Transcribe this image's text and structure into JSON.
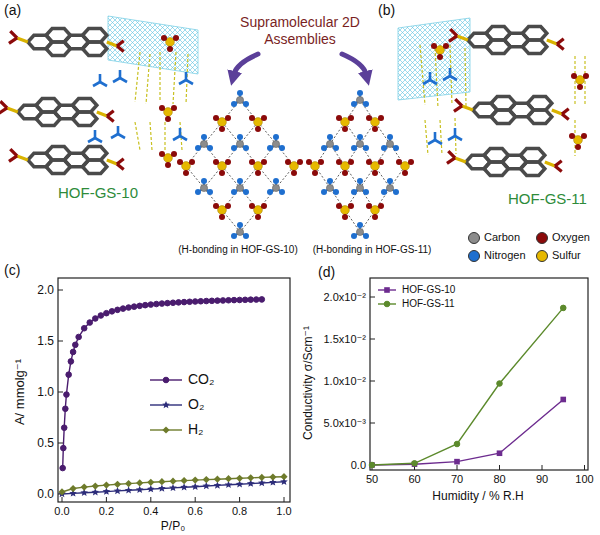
{
  "diagram": {
    "labels": [
      "(a)",
      "(b)",
      "Supramolecular 2D Assemblies",
      "HOF-GS-10",
      "HOF-GS-11",
      "(H-bonding in HOF-GS-10)",
      "(H-bonding in HOF-GS-11)",
      "(c)",
      "A/ mmolg⁻¹",
      "0.0",
      "0.5",
      "1.0",
      "1.5",
      "2.0",
      "0.0",
      "0.2",
      "0.4",
      "0.6",
      "0.8",
      "1.0",
      "P/P₀",
      "(d)",
      "Conductivity σ/Scm⁻¹",
      "0.0",
      "5.0x10⁻³",
      "1.0x10⁻²",
      "1.5x10⁻²",
      "2.0x10⁻²",
      "50",
      "60",
      "70",
      "80",
      "90",
      "100",
      "Humidity / % R.H"
    ],
    "legend": [
      {
        "text": "Carbon",
        "color": "#8c8c8c"
      },
      {
        "text": "Oxygen",
        "color": "#8b0a0a"
      },
      {
        "text": "Nitrogen",
        "color": "#1f6fcf"
      },
      {
        "text": "Sulfur",
        "color": "#e6b800"
      },
      {
        "text": "CO₂"
      },
      {
        "text": "O₂"
      },
      {
        "text": "H₂"
      },
      {
        "text": "HOF-GS-10"
      },
      {
        "text": "HOF-GS-11"
      }
    ]
  }
}
